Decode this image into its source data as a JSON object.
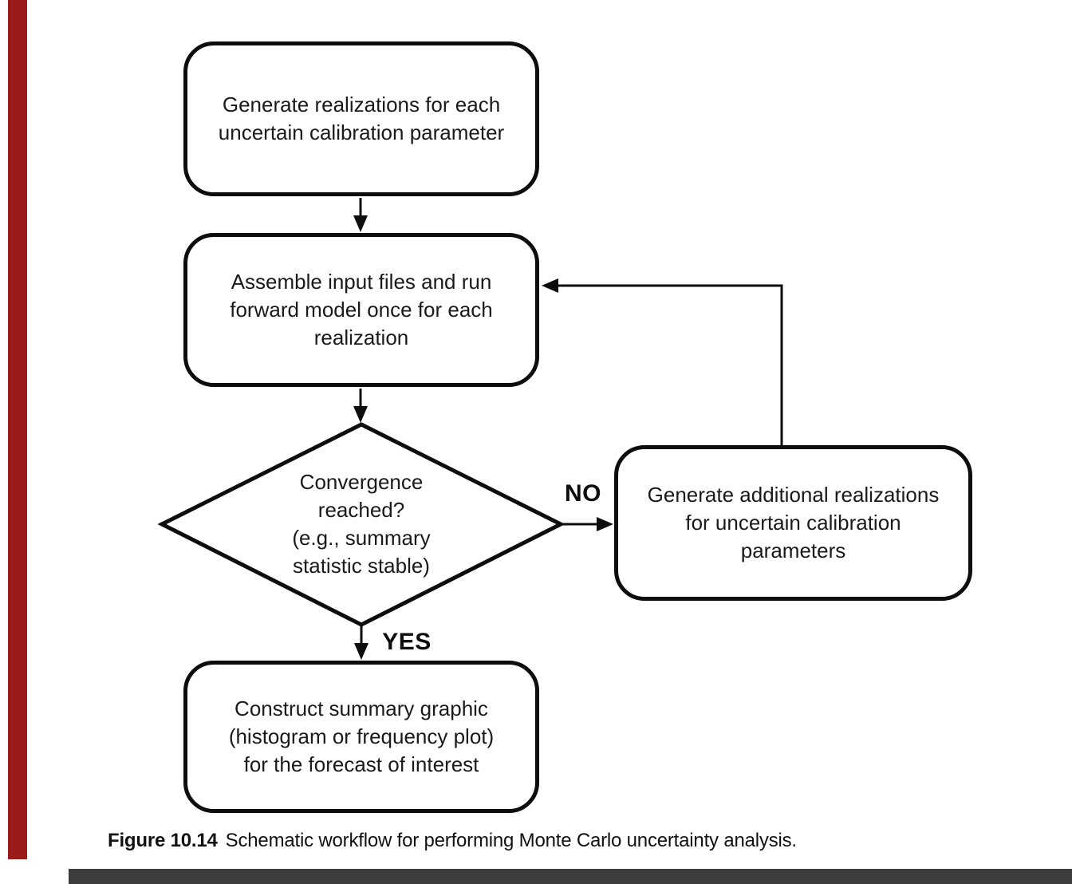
{
  "figure": {
    "caption_label": "Figure 10.14",
    "caption_text": "Schematic workflow for performing Monte Carlo uncertainty analysis."
  },
  "flowchart": {
    "nodes": [
      {
        "id": "generate-realizations",
        "lines": [
          "Generate realizations for each",
          "uncertain calibration parameter"
        ]
      },
      {
        "id": "assemble-run-model",
        "lines": [
          "Assemble input files and run",
          "forward model once for each",
          "realization"
        ]
      },
      {
        "id": "convergence-decision",
        "lines": [
          "Convergence",
          "reached?",
          "(e.g., summary",
          "statistic stable)"
        ]
      },
      {
        "id": "generate-additional",
        "lines": [
          "Generate additional realizations",
          "for uncertain calibration",
          "parameters"
        ]
      },
      {
        "id": "construct-summary",
        "lines": [
          "Construct summary graphic",
          "(histogram or frequency plot)",
          "for the forecast of interest"
        ]
      }
    ],
    "labels": {
      "no": "NO",
      "yes": "YES"
    }
  },
  "colors": {
    "line": "#0d0d0d",
    "background": "#ffffff",
    "accent_bar": "#9b1b1b",
    "bottom_bar": "#3c3c3c"
  }
}
